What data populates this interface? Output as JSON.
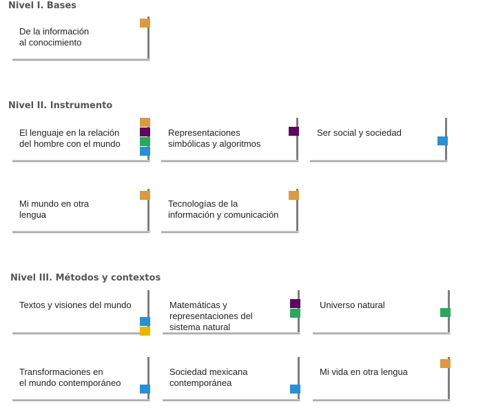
{
  "colors": {
    "orange": "#d99a45",
    "purple": "#5c0a5e",
    "green": "#2aa85a",
    "blue": "#2a8fd4",
    "yellow": "#e6b800"
  },
  "levels": [
    {
      "title": "Nivel I. Bases",
      "cards": [
        {
          "lines": [
            "De la información",
            "al conocimiento"
          ],
          "tabs": [
            "orange"
          ]
        }
      ]
    },
    {
      "title": "Nivel II. Instrumento",
      "cards": [
        {
          "lines": [
            "El lenguaje en la relación",
            "del hombre con el mundo"
          ],
          "tabs": [
            "orange",
            "purple",
            "green",
            "blue"
          ]
        },
        {
          "lines": [
            "Representaciones",
            "simbólicas y algoritmos"
          ],
          "tabs": [
            "purple"
          ]
        },
        {
          "lines": [
            "Ser social y sociedad"
          ],
          "tabs": [
            "blue"
          ]
        },
        {
          "lines": [
            "Mi mundo en otra",
            "lengua"
          ],
          "tabs": [
            "orange"
          ]
        },
        {
          "lines": [
            "Tecnologías de la",
            "información y comunicación"
          ],
          "tabs": [
            "orange"
          ]
        }
      ]
    },
    {
      "title": "Nivel III. Métodos y contextos",
      "cards": [
        {
          "lines": [
            "Textos y visiones del mundo"
          ],
          "tabs": [
            "blue",
            "yellow"
          ]
        },
        {
          "lines": [
            "Matemáticas y",
            "representaciones del",
            "sistema natural"
          ],
          "tabs": [
            "purple",
            "green"
          ]
        },
        {
          "lines": [
            "Universo natural"
          ],
          "tabs": [
            "green"
          ]
        },
        {
          "lines": [
            "Transformaciones en",
            "el mundo contemporáneo"
          ],
          "tabs": [
            "blue"
          ]
        },
        {
          "lines": [
            "Sociedad mexicana",
            "contemporánea"
          ],
          "tabs": [
            "blue"
          ]
        },
        {
          "lines": [
            "Mi vida en otra lengua"
          ],
          "tabs": [
            "orange"
          ]
        }
      ]
    }
  ]
}
